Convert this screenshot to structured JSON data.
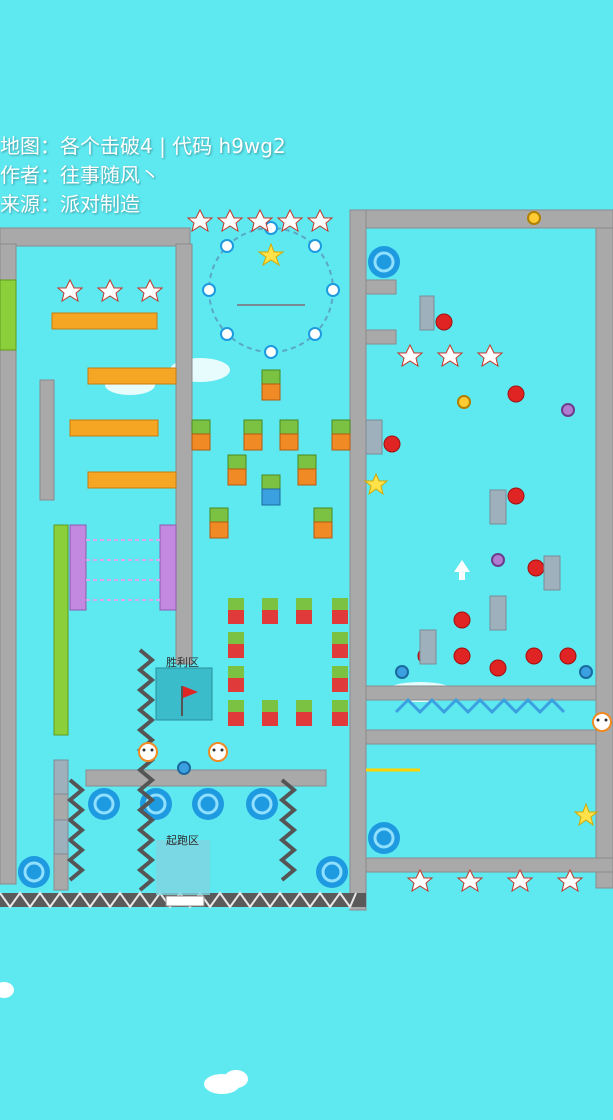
{
  "header": {
    "map_line": "地图：各个击破4 | 代码 h9wg2",
    "author_line": "作者：往事随风丶",
    "source_line": "来源：派对制造"
  },
  "zones": {
    "checkpoint_label": "胜利区",
    "start_label": "起跑区"
  },
  "colors": {
    "sky": "#5ee8f0",
    "wall": "#a9a9a9",
    "platform": "#f5a623",
    "pipe": "#8bd03a",
    "spike_accent": "#c0392b",
    "portal": "#1e9be0"
  },
  "icons": {
    "star": "star-icon",
    "flag": "red-flag-icon",
    "portal": "swirl-portal-icon",
    "spike": "spike-ball-icon",
    "cactus_enemy": "cactus-enemy-icon",
    "bomb": "red-bomb-icon",
    "gear": "gear-icon",
    "fox_character": "fox-character-icon"
  }
}
